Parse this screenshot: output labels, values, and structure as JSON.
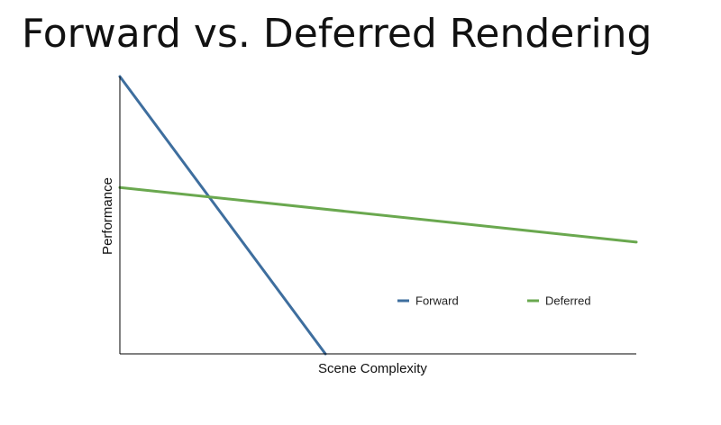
{
  "slide": {
    "title": "Forward vs. Deferred Rendering"
  },
  "chart_data": {
    "type": "line",
    "title": "",
    "xlabel": "Scene Complexity",
    "ylabel": "Performance",
    "xlim": [
      0,
      100
    ],
    "ylim": [
      0,
      100
    ],
    "grid": false,
    "axis_ticks": false,
    "legend_position": "bottom-right",
    "series": [
      {
        "name": "Forward",
        "color": "#3e6e9e",
        "points": [
          [
            0,
            100
          ],
          [
            39.8,
            0
          ]
        ]
      },
      {
        "name": "Deferred",
        "color": "#6aa84f",
        "points": [
          [
            0,
            60
          ],
          [
            100,
            40.3
          ]
        ]
      }
    ]
  }
}
